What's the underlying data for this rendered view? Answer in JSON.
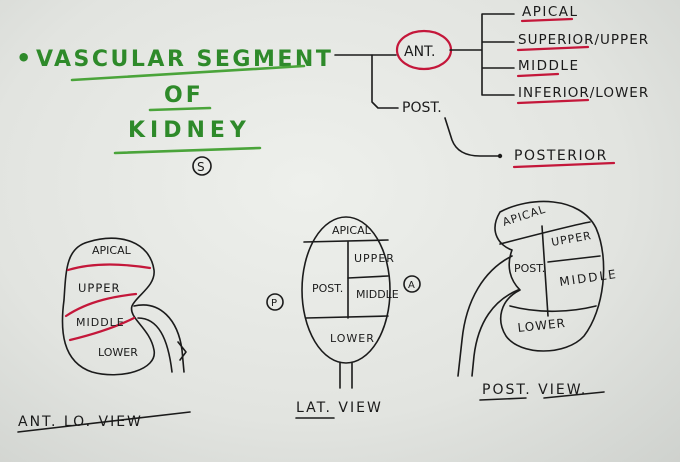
{
  "title": {
    "line1": "VASCULAR SEGMENT",
    "line2": "OF",
    "line3": "KIDNEY",
    "mark": "S",
    "bullet": "•"
  },
  "tree": {
    "anterior": "ANT.",
    "posterior": "POST.",
    "anterior_branches": [
      "APICAL",
      "SUPERIOR/UPPER",
      "MIDDLE",
      "INFERIOR/LOWER"
    ],
    "posterior_branch": "POSTERIOR"
  },
  "views": {
    "anterior": {
      "caption": "ANT. LO. VIEW",
      "segments": [
        "APICAL",
        "UPPER",
        "MIDDLE",
        "LOWER"
      ]
    },
    "lateral": {
      "caption": "LAT. VIEW",
      "segments": [
        "APICAL",
        "UPPER",
        "POST.",
        "MIDDLE",
        "LOWER"
      ],
      "side_left": "P",
      "side_right": "A"
    },
    "posterior": {
      "caption": "POST. VIEW.",
      "segments": [
        "APICAL",
        "UPPER",
        "POST.",
        "MIDDLE",
        "LOWER"
      ]
    }
  },
  "colors": {
    "ink": "#1b1b1b",
    "green_text": "#2e8a2a",
    "green_underline": "#4aa43a",
    "red_underline": "#c4173a",
    "paper": "#e6e8e4"
  }
}
